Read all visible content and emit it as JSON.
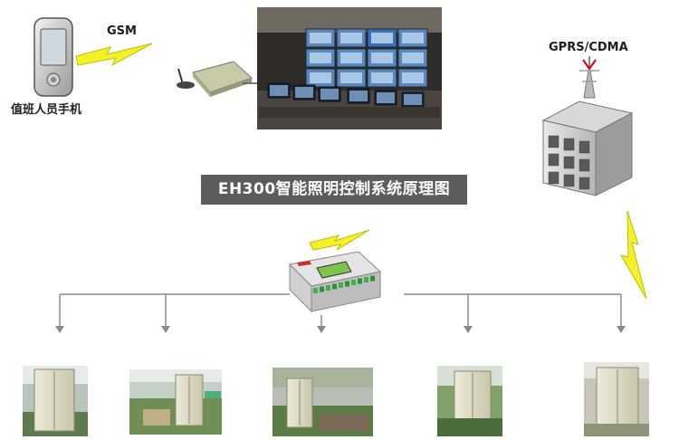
{
  "title": "EH300智能照明控制系统原理图",
  "labels": {
    "gsm": "GSM",
    "phone": "值班人员手机",
    "gprs": "GPRS/CDMA"
  },
  "colors": {
    "banner_bg": "#5c5c5c",
    "lightning_fill": "#f4f02a",
    "lightning_stroke": "#b8c200",
    "line": "#8a8a8a",
    "cabinet": "#dcd9c4"
  },
  "icons": {
    "phone": "mobile-phone-icon",
    "modem": "gsm-modem-icon",
    "control_room": "control-room-video-wall-icon",
    "building": "building-with-antenna-icon",
    "controller": "eh300-controller-icon",
    "cabinets": "street-light-cabinet-icon"
  }
}
